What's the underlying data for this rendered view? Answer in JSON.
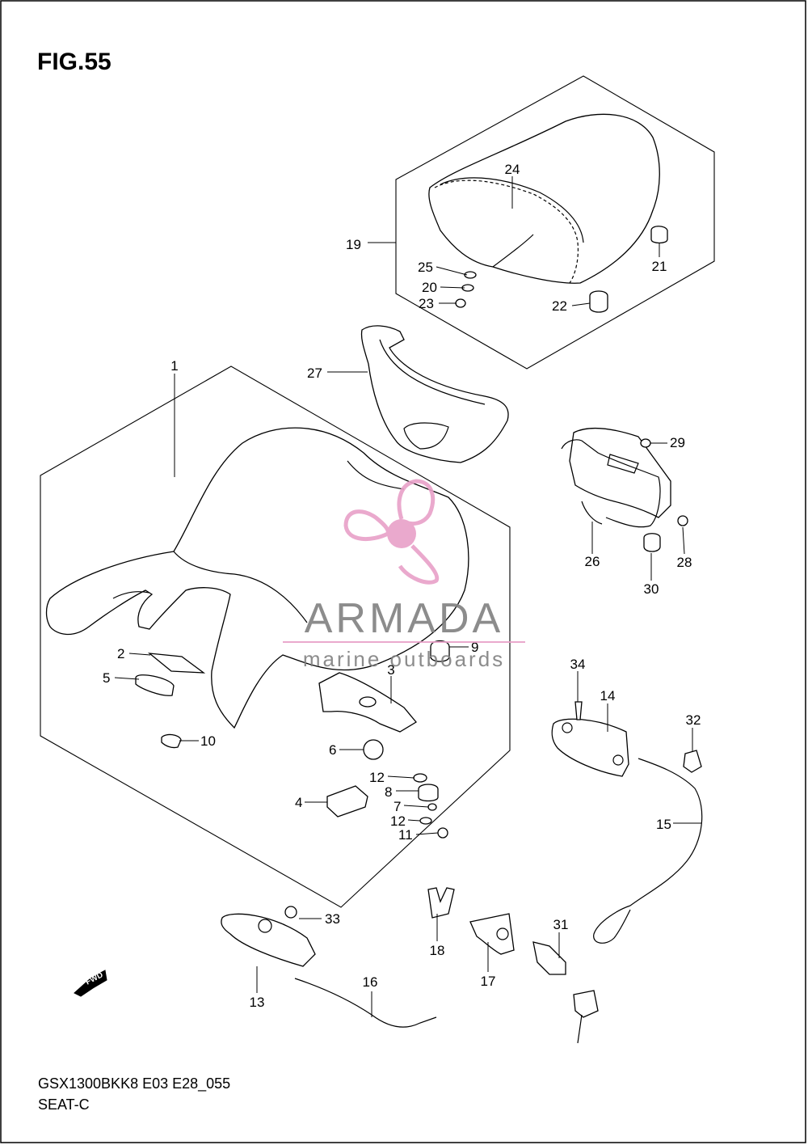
{
  "figure": {
    "title": "FIG.55",
    "model_code": "GSX1300BKK8 E03 E28_055",
    "section_name": "SEAT-C",
    "fwd_label": "FWD"
  },
  "watermark": {
    "brand": "ARMADA",
    "tagline": "marine outboards",
    "accent_color": "#e8a0c8",
    "text_color": "#808080"
  },
  "callouts": [
    {
      "id": "c1",
      "label": "1"
    },
    {
      "id": "c2",
      "label": "2"
    },
    {
      "id": "c3",
      "label": "3"
    },
    {
      "id": "c4",
      "label": "4"
    },
    {
      "id": "c5",
      "label": "5"
    },
    {
      "id": "c6",
      "label": "6"
    },
    {
      "id": "c7",
      "label": "7"
    },
    {
      "id": "c8",
      "label": "8"
    },
    {
      "id": "c9",
      "label": "9"
    },
    {
      "id": "c10",
      "label": "10"
    },
    {
      "id": "c11",
      "label": "11"
    },
    {
      "id": "c12a",
      "label": "12"
    },
    {
      "id": "c12b",
      "label": "12"
    },
    {
      "id": "c13",
      "label": "13"
    },
    {
      "id": "c14",
      "label": "14"
    },
    {
      "id": "c15",
      "label": "15"
    },
    {
      "id": "c16",
      "label": "16"
    },
    {
      "id": "c17",
      "label": "17"
    },
    {
      "id": "c18",
      "label": "18"
    },
    {
      "id": "c19",
      "label": "19"
    },
    {
      "id": "c20",
      "label": "20"
    },
    {
      "id": "c21",
      "label": "21"
    },
    {
      "id": "c22",
      "label": "22"
    },
    {
      "id": "c23",
      "label": "23"
    },
    {
      "id": "c24",
      "label": "24"
    },
    {
      "id": "c25",
      "label": "25"
    },
    {
      "id": "c26",
      "label": "26"
    },
    {
      "id": "c27",
      "label": "27"
    },
    {
      "id": "c28",
      "label": "28"
    },
    {
      "id": "c29",
      "label": "29"
    },
    {
      "id": "c30",
      "label": "30"
    },
    {
      "id": "c31",
      "label": "31"
    },
    {
      "id": "c32",
      "label": "32"
    },
    {
      "id": "c33",
      "label": "33"
    },
    {
      "id": "c34",
      "label": "34"
    }
  ]
}
